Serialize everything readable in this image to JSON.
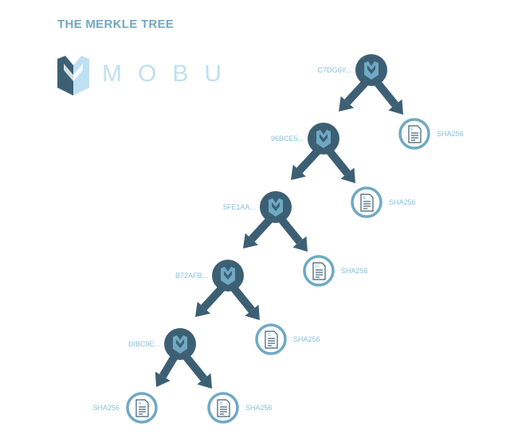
{
  "title": "THE MERKLE TREE",
  "brand": {
    "name": "MOBU"
  },
  "colors": {
    "hash_node": "#3d5f74",
    "leaf_ring": "#6fa9c4",
    "label": "#8cc0d8",
    "title": "#6fa9c4",
    "brand": "#bfe0f1"
  },
  "hash_nodes": [
    {
      "label": "C7DG6Y..."
    },
    {
      "label": "96BCE5..."
    },
    {
      "label": "5FE1AA..."
    },
    {
      "label": "B72AFB..."
    },
    {
      "label": "DIBC9E..."
    }
  ],
  "leaves": [
    {
      "letter": "F",
      "label": "SHA256"
    },
    {
      "letter": "E",
      "label": "SHA256"
    },
    {
      "letter": "D",
      "label": "SHA256"
    },
    {
      "letter": "C",
      "label": "SHA256"
    },
    {
      "letter": "B",
      "label": "SHA256"
    },
    {
      "letter": "A",
      "label": "SHA256"
    }
  ]
}
